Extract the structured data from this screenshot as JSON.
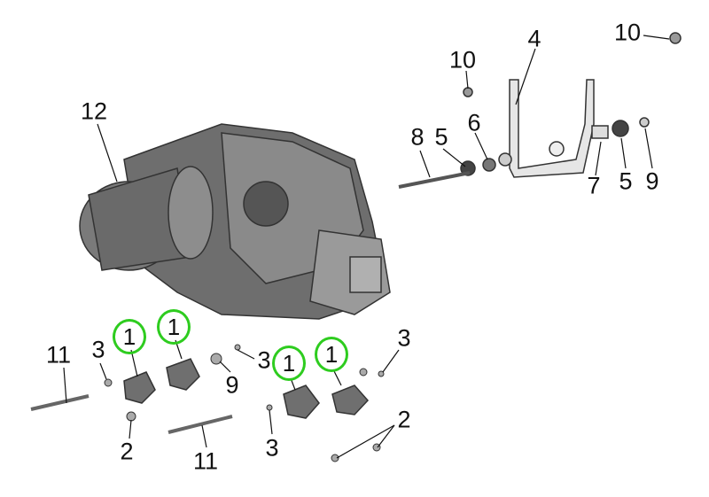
{
  "diagram": {
    "callouts": [
      "12",
      "10",
      "10",
      "4",
      "8",
      "5",
      "6",
      "7",
      "5",
      "9",
      "11",
      "3",
      "3",
      "9",
      "3",
      "2",
      "11",
      "3",
      "2"
    ],
    "highlighted_callouts": [
      "1",
      "1",
      "1",
      "1"
    ],
    "highlight_color": "#2ecc1f"
  }
}
